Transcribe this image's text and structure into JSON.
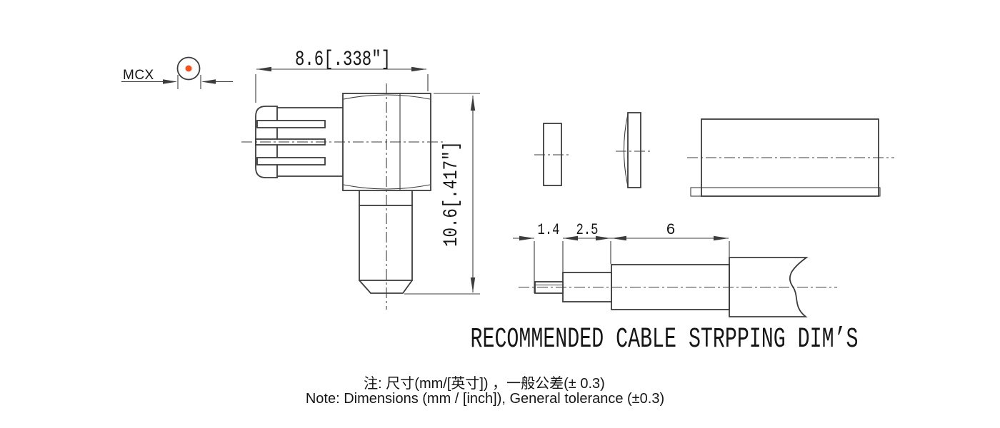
{
  "colors": {
    "line": "#3c3c3c",
    "text": "#161616",
    "accent": "#f4511e",
    "background": "#ffffff"
  },
  "mcx": {
    "label": "MCX"
  },
  "connector_view": {
    "dim_width": "8.6[.338″]",
    "dim_height": "10.6[.417″]"
  },
  "strip_view": {
    "dim_labels": [
      "1.4",
      "2.5",
      "6"
    ],
    "title": "RECOMMENDED CABLE STRPPING DIM’S"
  },
  "notes": {
    "zh": "注: 尺寸(mm/[英寸]) ，一般公差(± 0.3)",
    "en": "Note: Dimensions (mm / [inch]), General tolerance (±0.3)"
  }
}
